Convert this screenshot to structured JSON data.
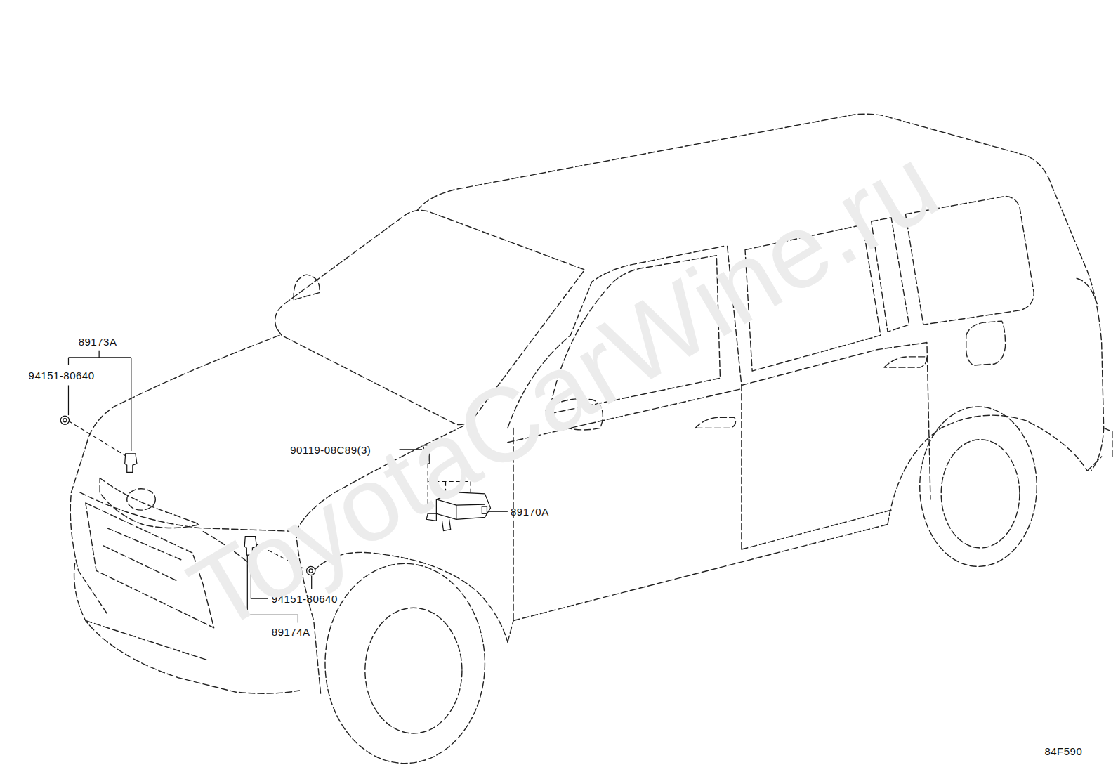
{
  "diagram": {
    "labels": [
      "89173A",
      "94151-80640",
      "90119-08C89(3)",
      "89170A",
      "94151-80640",
      "89174A",
      "84F590",
      "ToyotaCarWine.ru"
    ]
  }
}
